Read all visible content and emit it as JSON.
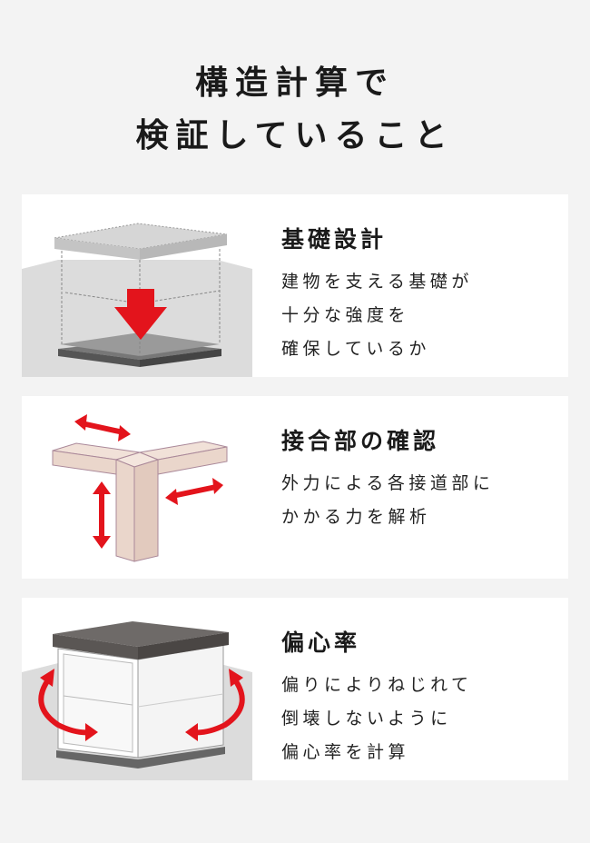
{
  "title": {
    "line1": "構造計算で",
    "line2": "検証していること"
  },
  "cards": [
    {
      "heading": "基礎設計",
      "lines": [
        "建物を支える基礎が",
        "十分な強度を",
        "確保しているか"
      ]
    },
    {
      "heading": "接合部の確認",
      "lines": [
        "外力による各接道部に",
        "かかる力を解析"
      ]
    },
    {
      "heading": "偏心率",
      "lines": [
        "偏りによりねじれて",
        "倒壊しないように",
        "偏心率を計算"
      ]
    }
  ],
  "colors": {
    "accent": "#e3141c",
    "background": "#f3f3f3"
  }
}
